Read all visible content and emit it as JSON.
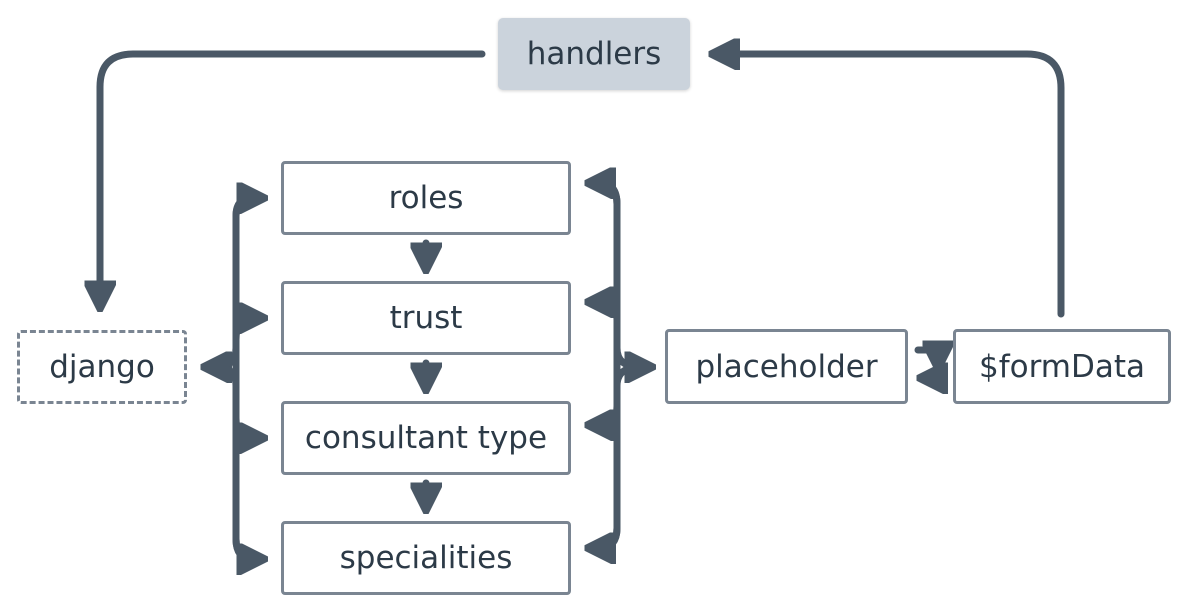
{
  "diagram": {
    "nodes": {
      "handlers": "handlers",
      "django": "django",
      "roles": "roles",
      "trust": "trust",
      "consultant_type": "consultant type",
      "specialities": "specialities",
      "placeholder": "placeholder",
      "formdata": "$formData"
    },
    "colors": {
      "edge": "#4a5866",
      "node_border": "#7a8592",
      "node_text": "#2c3a47",
      "handlers_fill": "#cbd3dc",
      "background": "#ffffff"
    }
  }
}
